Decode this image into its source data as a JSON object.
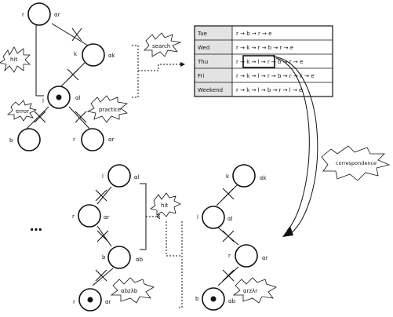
{
  "labels": {
    "hit": "hit",
    "error": "error",
    "practice": "practice",
    "search": "search",
    "correspondence": "correspondence",
    "hit2": "hit",
    "ellipsis": "…",
    "annot_a": "αbzλb",
    "annot_b": "αrzλr"
  },
  "tree_top": {
    "n_r": {
      "key": "r",
      "alpha": "αr"
    },
    "n_k": {
      "key": "k",
      "alpha": "αk"
    },
    "n_l": {
      "key": "l",
      "alpha": "αl"
    },
    "n_b": {
      "key": "b",
      "alpha": ""
    },
    "n_r2": {
      "key": "r",
      "alpha": "αr"
    }
  },
  "tree_mid": {
    "n_l": {
      "key": "l",
      "alpha": "αl"
    },
    "n_r": {
      "key": "r",
      "alpha": "αr"
    },
    "n_b": {
      "key": "b",
      "alpha": "αb"
    },
    "n_r2": {
      "key": "r",
      "alpha": "αr"
    }
  },
  "tree_right": {
    "n_k": {
      "key": "k",
      "alpha": "αk"
    },
    "n_l": {
      "key": "l",
      "alpha": "αl"
    },
    "n_r": {
      "key": "r",
      "alpha": "αr"
    },
    "n_b": {
      "key": "b",
      "alpha": "αb"
    }
  },
  "table": {
    "rows": [
      {
        "day": "Tue",
        "seq": "r → b → r → e"
      },
      {
        "day": "Wed",
        "seq": "r → k → r → b → r → e"
      },
      {
        "day": "Thu",
        "seq": "r → k → l → r → b → r → e"
      },
      {
        "day": "Fri",
        "seq": "r → k → l → r → b → r → k → e"
      },
      {
        "day": "Weekend",
        "seq": "r → k → l → b → r → l → e"
      }
    ]
  },
  "colors": {
    "line": "#111111",
    "header": "#e3e3e3",
    "background": "#ffffff"
  }
}
